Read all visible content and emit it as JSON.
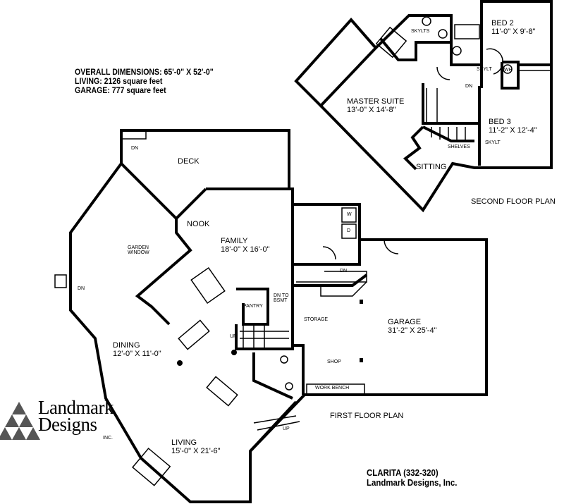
{
  "header": {
    "overall_dimensions": "OVERALL DIMENSIONS: 65'-0\" X 52'-0\"",
    "living_area": "LIVING: 2126 square feet",
    "garage_area": "GARAGE: 777 square feet"
  },
  "second_floor": {
    "title": "SECOND FLOOR PLAN",
    "rooms": {
      "master_suite": {
        "name": "MASTER SUITE",
        "size": "13'-0\" X 14'-8\""
      },
      "bed2": {
        "name": "BED 2",
        "size": "11'-0\" X 9'-8\""
      },
      "bed3": {
        "name": "BED 3",
        "size": "11'-2\" X 12'-4\""
      },
      "sitting": {
        "name": "SITTING"
      }
    },
    "notes": {
      "skylts": "SKYLTS",
      "skylt1": "SKYLT",
      "skylt2": "SKYLT",
      "dn": "DN",
      "shelves": "SHELVES",
      "wh": "WH"
    }
  },
  "first_floor": {
    "title": "FIRST FLOOR PLAN",
    "rooms": {
      "deck": {
        "name": "DECK"
      },
      "nook": {
        "name": "NOOK"
      },
      "family": {
        "name": "FAMILY",
        "size": "18'-0\" X 16'-0\""
      },
      "dining": {
        "name": "DINING",
        "size": "12'-0\" X 11'-0\""
      },
      "living": {
        "name": "LIVING",
        "size": "15'-0\" X 21'-6\""
      },
      "garage": {
        "name": "GARAGE",
        "size": "31'-2\" X 25'-4\""
      },
      "storage": {
        "name": "STORAGE"
      },
      "shop": {
        "name": "SHOP"
      },
      "pantry": {
        "name": "PANTRY"
      }
    },
    "notes": {
      "garden_window_1": "GARDEN",
      "garden_window_2": "WINDOW",
      "dn_deck": "DN",
      "dn_left": "DN",
      "dn_laundry": "DN",
      "dn_bsmt_1": "DN TO",
      "dn_bsmt_2": "BSMT",
      "up_stair": "UP",
      "up_entry": "UP",
      "work_bench": "WORK BENCH",
      "washer": "W",
      "dryer": "D"
    }
  },
  "footer": {
    "plan_name": "CLARITA (332-320)",
    "company": "Landmark Designs, Inc."
  },
  "logo": {
    "line1": "Landmark",
    "line2": "Designs",
    "inc": "INC."
  }
}
